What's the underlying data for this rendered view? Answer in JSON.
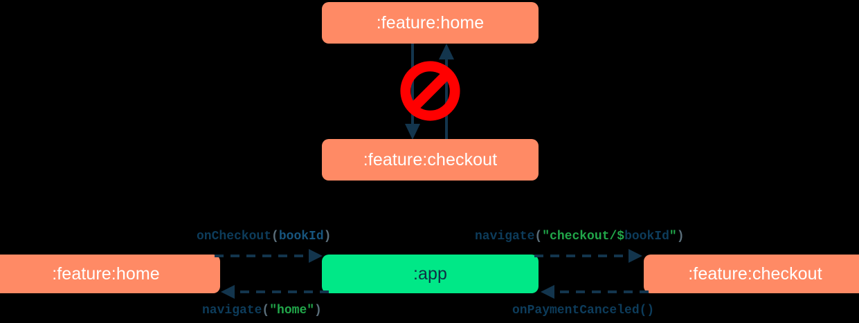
{
  "diagram": {
    "background_color": "#000000",
    "title": "",
    "sections": {
      "top": {
        "name": "forbidden-direct-dependency",
        "nodes": [
          {
            "id": "home-top",
            "label": ":feature:home",
            "type": "feature",
            "color": "#FF8A65"
          },
          {
            "id": "checkout-top",
            "label": ":feature:checkout",
            "type": "feature",
            "color": "#FF8A65"
          }
        ],
        "overlay_icon": {
          "name": "no-entry-icon",
          "color": "#FF0000"
        },
        "edges": [
          {
            "from": "home-top",
            "to": "checkout-top",
            "direction": "down",
            "style": "solid"
          },
          {
            "from": "checkout-top",
            "to": "home-top",
            "direction": "up",
            "style": "solid"
          }
        ]
      },
      "bottom": {
        "name": "mediated-navigation",
        "nodes": [
          {
            "id": "home-bottom",
            "label": ":feature:home",
            "type": "feature",
            "color": "#FF8A65"
          },
          {
            "id": "app",
            "label": ":app",
            "type": "app",
            "color": "#00E887"
          },
          {
            "id": "checkout-bottom",
            "label": ":feature:checkout",
            "type": "feature",
            "color": "#FF8A65"
          }
        ],
        "edges": [
          {
            "id": "on-checkout",
            "from": "home-bottom",
            "to": "app",
            "direction": "right",
            "style": "dashed",
            "label_tokens": [
              {
                "text": "onCheckout",
                "color": "#0D3C5B"
              },
              {
                "text": "(",
                "color": "#5A6E7A"
              },
              {
                "text": "bookId",
                "color": "#17557E"
              },
              {
                "text": ")",
                "color": "#5A6E7A"
              }
            ]
          },
          {
            "id": "navigate-bookid",
            "from": "app",
            "to": "checkout-bottom",
            "direction": "right",
            "style": "dashed",
            "label_tokens": [
              {
                "text": "navigate",
                "color": "#0D3C5B"
              },
              {
                "text": "(",
                "color": "#5A6E7A"
              },
              {
                "text": "\"checkout/",
                "color": "#21A74A"
              },
              {
                "text": "$",
                "color": "#21A74A"
              },
              {
                "text": "bookId",
                "color": "#0D3C5B"
              },
              {
                "text": "\"",
                "color": "#21A74A"
              },
              {
                "text": ")",
                "color": "#5A6E7A"
              }
            ]
          },
          {
            "id": "navigate-home",
            "from": "app",
            "to": "home-bottom",
            "direction": "left",
            "style": "dashed",
            "label_tokens": [
              {
                "text": "navigate",
                "color": "#0D3C5B"
              },
              {
                "text": "(",
                "color": "#5A6E7A"
              },
              {
                "text": "\"home\"",
                "color": "#21A74A"
              },
              {
                "text": ")",
                "color": "#5A6E7A"
              }
            ]
          },
          {
            "id": "on-payment-canceled",
            "from": "checkout-bottom",
            "to": "app",
            "direction": "left",
            "style": "dashed",
            "label_tokens": [
              {
                "text": "onPaymentCanceled()",
                "color": "#0D3C5B"
              }
            ]
          }
        ]
      }
    },
    "edge_color": "#13354D"
  },
  "nodes": {
    "home_top": ":feature:home",
    "checkout_top": ":feature:checkout",
    "home_bottom": ":feature:home",
    "app": ":app",
    "checkout_bottom": ":feature:checkout"
  },
  "labels": {
    "on_checkout": {
      "fn": "onCheckout",
      "open": "(",
      "arg": "bookId",
      "close": ")"
    },
    "navigate_bookid": {
      "fn": "navigate",
      "open": "(",
      "str_head": "\"checkout/",
      "dollar": "$",
      "var": "bookId",
      "str_tail": "\"",
      "close": ")"
    },
    "navigate_home": {
      "fn": "navigate",
      "open": "(",
      "str": "\"home\"",
      "close": ")"
    },
    "on_payment_canceled": {
      "fn": "onPaymentCanceled()"
    }
  }
}
